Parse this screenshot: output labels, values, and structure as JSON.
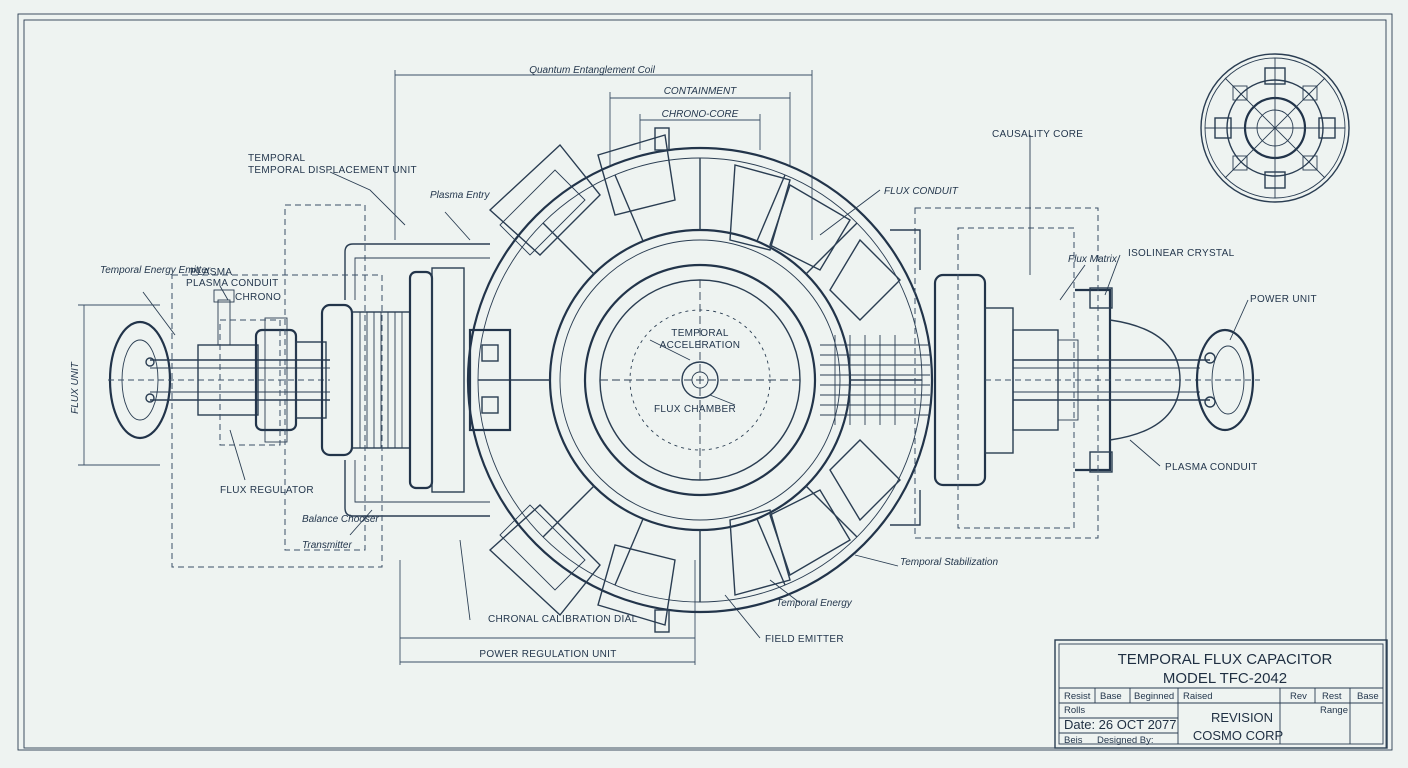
{
  "dimensions": {
    "top_outer": "Quantum Entanglement Coil",
    "top_middle": "CONTAINMENT",
    "top_inner": "CHRONO-CORE",
    "bottom_inner": "CHRONAL CALIBRATION DIAL",
    "bottom_outer": "POWER REGULATION UNIT",
    "left_vertical": "FLUX UNIT"
  },
  "labels": {
    "temporal_displacement_unit": "TEMPORAL DISPLACEMENT UNIT",
    "plasma_conduit_left": "PLASMA CONDUIT",
    "temporal_energy_emitter": "Temporal Energy Emitter",
    "flux_regulator": "FLUX REGULATOR",
    "chrono_unit": "CHRONO",
    "plasma_entry": "Plasma Entry",
    "balance_chooser": "Balance Chooser",
    "temporal_transmitter": "Transmitter",
    "core_title_1": "TEMPORAL",
    "core_title_2": "ACCELERATION",
    "flux_chamber": "FLUX CHAMBER",
    "causality_core": "CAUSALITY CORE",
    "flux_conduit": "FLUX CONDUIT",
    "plasma_flux_matrix": "Flux Matrix",
    "isolinear_crystal": "ISOLINEAR CRYSTAL",
    "power_unit": "POWER UNIT",
    "plasma_conduit_right": "PLASMA CONDUIT",
    "temporal_stabilization": "Temporal Stabilization",
    "temporal_energy": "Temporal Energy",
    "field_emitter": "FIELD EMITTER"
  },
  "title_block": {
    "title_line_1": "TEMPORAL FLUX CAPACITOR",
    "title_line_2": "MODEL TFC-2042",
    "row1": [
      "Resist",
      "Base",
      "Beginned",
      "Raised",
      "Rev",
      "Rest",
      "Base"
    ],
    "row2_left": "Rolls",
    "row2_right": "Range",
    "date": "Date: 26 OCT 2077",
    "revision": "REVISION",
    "company": "COSMO CORP",
    "bottom_left": "Beis",
    "designed_by": "Designed By:"
  },
  "colors": {
    "paper": "#eef3f1",
    "ink": "#2a3d52"
  }
}
